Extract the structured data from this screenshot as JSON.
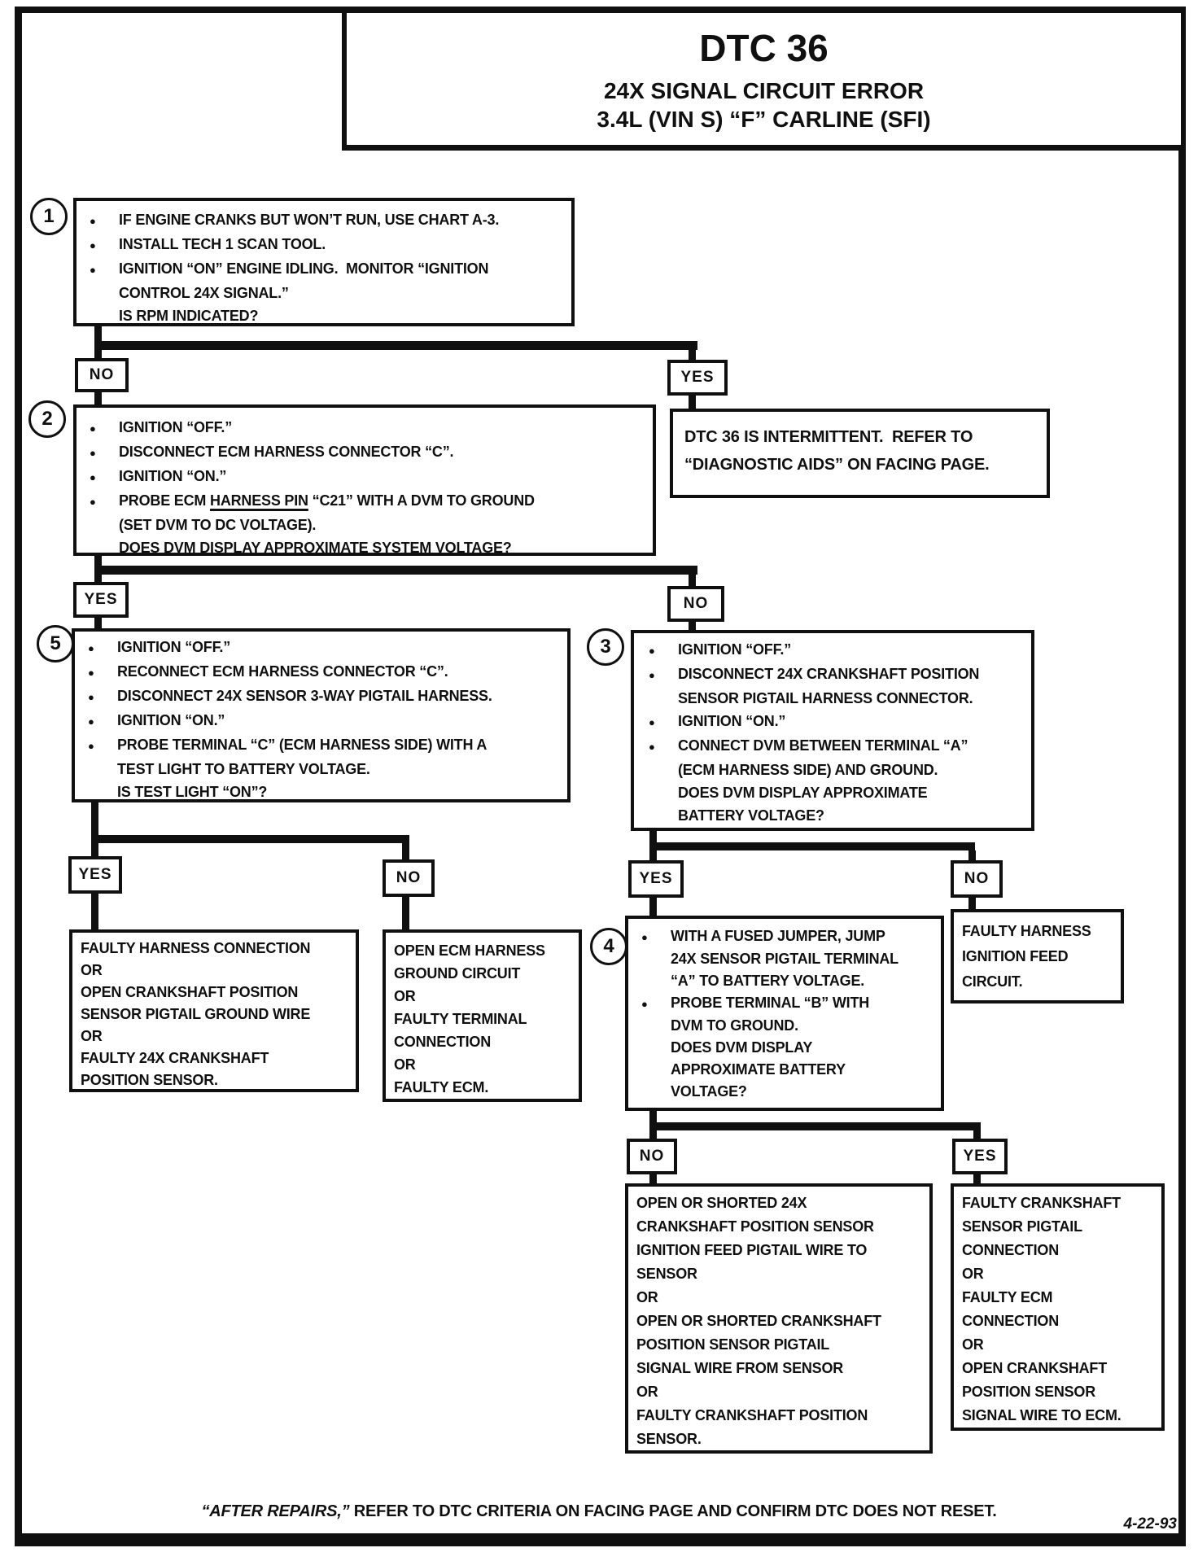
{
  "page": {
    "title": "DTC 36",
    "subtitle1": "24X SIGNAL CIRCUIT ERROR",
    "subtitle2": "3.4L (VIN S) “F” CARLINE (SFI)",
    "footer_italic": "“AFTER REPAIRS,”",
    "footer_rest": " REFER TO DTC CRITERIA ON FACING PAGE AND CONFIRM DTC DOES NOT RESET.",
    "date": "4-22-93"
  },
  "flow": {
    "steps": {
      "s1": {
        "num": "1",
        "lines": [
          {
            "b": 1,
            "t": "IF ENGINE CRANKS BUT WON’T RUN, USE CHART A-3."
          },
          {
            "b": 1,
            "t": "INSTALL TECH 1 SCAN TOOL."
          },
          {
            "b": 1,
            "t": "IGNITION “ON” ENGINE IDLING.  MONITOR “IGNITION"
          },
          {
            "b": 0,
            "t": "CONTROL 24X SIGNAL.”"
          },
          {
            "b": 0,
            "t": "IS RPM INDICATED?"
          }
        ]
      },
      "s2": {
        "num": "2",
        "lines": [
          {
            "b": 1,
            "t": "IGNITION “OFF.”"
          },
          {
            "b": 1,
            "t": "DISCONNECT ECM HARNESS CONNECTOR “C”."
          },
          {
            "b": 1,
            "t": "IGNITION “ON.”"
          },
          {
            "b": 1,
            "t": "PROBE ECM ",
            "u": "HARNESS PIN",
            "t2": " “C21” WITH A DVM TO GROUND"
          },
          {
            "b": 0,
            "t": "(SET DVM TO DC VOLTAGE)."
          },
          {
            "b": 0,
            "t": "DOES DVM DISPLAY APPROXIMATE SYSTEM VOLTAGE?"
          }
        ]
      },
      "s5": {
        "num": "5",
        "lines": [
          {
            "b": 1,
            "t": "IGNITION “OFF.”"
          },
          {
            "b": 1,
            "t": "RECONNECT ECM HARNESS CONNECTOR “C”."
          },
          {
            "b": 1,
            "t": "DISCONNECT 24X SENSOR 3-WAY PIGTAIL HARNESS."
          },
          {
            "b": 1,
            "t": "IGNITION “ON.”"
          },
          {
            "b": 1,
            "t": "PROBE TERMINAL “C” (ECM HARNESS SIDE) WITH A"
          },
          {
            "b": 0,
            "t": "TEST LIGHT TO BATTERY VOLTAGE."
          },
          {
            "b": 0,
            "t": "IS TEST LIGHT “ON”?"
          }
        ]
      },
      "s3": {
        "num": "3",
        "lines": [
          {
            "b": 1,
            "t": "IGNITION “OFF.”"
          },
          {
            "b": 1,
            "t": "DISCONNECT 24X CRANKSHAFT POSITION"
          },
          {
            "b": 0,
            "t": "SENSOR PIGTAIL HARNESS CONNECTOR."
          },
          {
            "b": 1,
            "t": "IGNITION “ON.”"
          },
          {
            "b": 1,
            "t": "CONNECT DVM BETWEEN TERMINAL “A”"
          },
          {
            "b": 0,
            "t": "(ECM HARNESS SIDE) AND GROUND."
          },
          {
            "b": 0,
            "t": "DOES DVM DISPLAY APPROXIMATE"
          },
          {
            "b": 0,
            "t": "BATTERY VOLTAGE?"
          }
        ]
      },
      "s4": {
        "num": "4",
        "lines": [
          {
            "b": 1,
            "t": "WITH A FUSED JUMPER, JUMP"
          },
          {
            "b": 0,
            "t": "24X SENSOR PIGTAIL TERMINAL"
          },
          {
            "b": 0,
            "t": "“A” TO BATTERY VOLTAGE."
          },
          {
            "b": 1,
            "t": "PROBE TERMINAL “B” WITH"
          },
          {
            "b": 0,
            "t": "DVM TO GROUND."
          },
          {
            "b": 0,
            "t": "DOES DVM DISPLAY"
          },
          {
            "b": 0,
            "t": "APPROXIMATE BATTERY"
          },
          {
            "b": 0,
            "t": "VOLTAGE?"
          }
        ]
      }
    },
    "results": {
      "intermittent": {
        "lines": [
          {
            "b": 0,
            "t": "DTC 36 IS INTERMITTENT.  REFER TO"
          },
          {
            "b": 0,
            "t": "“DIAGNOSTIC AIDS” ON FACING PAGE."
          }
        ]
      },
      "harness_connection": {
        "lines": [
          {
            "b": 0,
            "t": "FAULTY HARNESS CONNECTION"
          },
          {
            "b": 0,
            "t": "OR"
          },
          {
            "b": 0,
            "t": "OPEN CRANKSHAFT POSITION"
          },
          {
            "b": 0,
            "t": "SENSOR PIGTAIL GROUND WIRE"
          },
          {
            "b": 0,
            "t": "OR"
          },
          {
            "b": 0,
            "t": "FAULTY 24X CRANKSHAFT"
          },
          {
            "b": 0,
            "t": "POSITION SENSOR."
          }
        ]
      },
      "ecm_ground": {
        "lines": [
          {
            "b": 0,
            "t": "OPEN ECM HARNESS"
          },
          {
            "b": 0,
            "t": "GROUND CIRCUIT"
          },
          {
            "b": 0,
            "t": "OR"
          },
          {
            "b": 0,
            "t": "FAULTY TERMINAL"
          },
          {
            "b": 0,
            "t": "CONNECTION"
          },
          {
            "b": 0,
            "t": "OR"
          },
          {
            "b": 0,
            "t": "FAULTY ECM."
          }
        ]
      },
      "ignition_feed": {
        "lines": [
          {
            "b": 0,
            "t": "FAULTY HARNESS"
          },
          {
            "b": 0,
            "t": "IGNITION FEED"
          },
          {
            "b": 0,
            "t": "CIRCUIT."
          }
        ]
      },
      "open_shorted": {
        "lines": [
          {
            "b": 0,
            "t": "OPEN OR SHORTED 24X"
          },
          {
            "b": 0,
            "t": "CRANKSHAFT POSITION SENSOR"
          },
          {
            "b": 0,
            "t": "IGNITION FEED PIGTAIL WIRE TO"
          },
          {
            "b": 0,
            "t": "SENSOR"
          },
          {
            "b": 0,
            "t": "OR"
          },
          {
            "b": 0,
            "t": "OPEN OR SHORTED CRANKSHAFT"
          },
          {
            "b": 0,
            "t": "POSITION SENSOR PIGTAIL"
          },
          {
            "b": 0,
            "t": "SIGNAL WIRE FROM SENSOR"
          },
          {
            "b": 0,
            "t": "OR"
          },
          {
            "b": 0,
            "t": "FAULTY CRANKSHAFT POSITION"
          },
          {
            "b": 0,
            "t": "SENSOR."
          }
        ]
      },
      "crank_signal": {
        "lines": [
          {
            "b": 0,
            "t": "FAULTY CRANKSHAFT"
          },
          {
            "b": 0,
            "t": "SENSOR PIGTAIL"
          },
          {
            "b": 0,
            "t": "CONNECTION"
          },
          {
            "b": 0,
            "t": "OR"
          },
          {
            "b": 0,
            "t": "FAULTY ECM"
          },
          {
            "b": 0,
            "t": "CONNECTION"
          },
          {
            "b": 0,
            "t": "OR"
          },
          {
            "b": 0,
            "t": "OPEN CRANKSHAFT"
          },
          {
            "b": 0,
            "t": "POSITION SENSOR"
          },
          {
            "b": 0,
            "t": "SIGNAL WIRE TO ECM."
          }
        ]
      }
    },
    "branches": {
      "s1_no": "NO",
      "s1_yes": "YES",
      "s2_yes": "YES",
      "s2_no": "NO",
      "s5_yes": "YES",
      "s5_no": "NO",
      "s3_yes": "YES",
      "s3_no": "NO",
      "s4_no": "NO",
      "s4_yes": "YES"
    }
  }
}
